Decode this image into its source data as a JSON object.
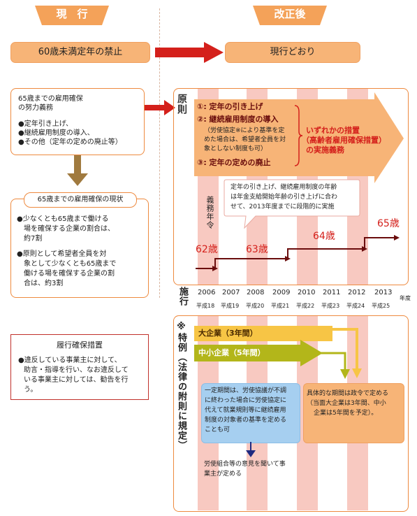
{
  "headers": {
    "current": "現　行",
    "revised": "改正後"
  },
  "top_row": {
    "left": "60歳未満定年の禁止",
    "right": "現行どおり"
  },
  "left_box1": {
    "title1": "65歳までの雇用確保",
    "title2": "の努力義務",
    "items": [
      "●定年引き上げ、",
      "●継続雇用制度の導入、",
      "●その他（定年の定めの廃止等）"
    ]
  },
  "left_box2": {
    "title": "65歳までの雇用確保の現状",
    "para1": [
      "●少なくとも65歳まで働ける",
      "場を確保する企業の割合は、",
      "約7割"
    ],
    "para2": [
      "●原則として希望者全員を対",
      "象として少なくとも65歳まで",
      "働ける場を確保する企業の割",
      "合は、約3割"
    ]
  },
  "left_box3": {
    "title": "履行確保措置",
    "lines": [
      "●違反している事業主に対して、",
      "助言・指導を行い、なお違反して",
      "いる事業主に対しては、勧告を行",
      "う。"
    ]
  },
  "gensoku": {
    "label": "原則",
    "opt1": "①: 定年の引き上げ",
    "opt2": "②: 継続雇用制度の導入",
    "opt2_note": [
      "（労使協定※により基準を定",
      "めた場合は、希望者全員を対",
      "象としない制度も可）"
    ],
    "opt3": "③: 定年の定めの廃止",
    "measure": [
      "いずれかの措置",
      "（高齢者雇用確保措置）",
      "の実施義務"
    ],
    "note": [
      "定年の引き上げ、継続雇用制度の年齢",
      "は年金支給開始年齢の引き上げに合わ",
      "せて、2013年度までに段階的に実施"
    ],
    "gimu_label": "義務年令",
    "ages": [
      "62歳",
      "63歳",
      "64歳",
      "65歳"
    ]
  },
  "timeline": {
    "label": "施行",
    "years": [
      "2006",
      "2007",
      "2008",
      "2009",
      "2010",
      "2011",
      "2012",
      "2013"
    ],
    "heisei": [
      "平成18",
      "平成19",
      "平成20",
      "平成21",
      "平成22",
      "平成23",
      "平成24",
      "平成25"
    ],
    "nendo": "年度"
  },
  "tokurei": {
    "label": "※特例（法律の附則に規定）",
    "big": "大企業（3年間）",
    "small": "中小企業（5年間）",
    "blue_box": [
      "一定期間は、労使協議が不調",
      "に終わった場合に労使協定に",
      "代えて就業規則等に継続雇用",
      "制度の対象者の基準を定める",
      "ことも可"
    ],
    "gov_box": [
      "具体的な期間は政令で定める",
      "（当面大企業は3年間、中小",
      "企業は5年間を予定）。"
    ],
    "bottom": [
      "労使組合等の意見を聞いて事",
      "業主が定める"
    ]
  },
  "colors": {
    "accent_red": "#d4201b",
    "maroon": "#6a0d0d",
    "orange": "#f7b477",
    "stripe": "#f8c9c1"
  }
}
